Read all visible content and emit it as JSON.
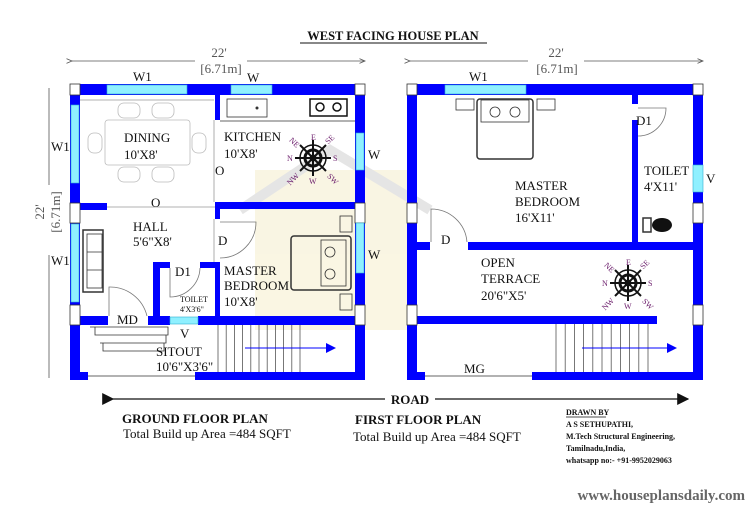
{
  "title": "WEST FACING HOUSE PLAN",
  "colors": {
    "wall": "#0000ff",
    "window": "#8ff0ff",
    "compass": "#6a1b6a",
    "watermark": "#f5edc8"
  },
  "ground_floor": {
    "width_dim": "22'",
    "width_dim_m": "[6.71m]",
    "height_dim": "22'",
    "height_dim_m": "[6.71m]",
    "labels": {
      "w1_top": "W1",
      "w_top": "W",
      "w1_left_top": "W1",
      "w1_left_bottom": "W1",
      "w_right_top": "W",
      "w_right_bottom": "W",
      "dining": "DINING",
      "dining_size": "10'X8'",
      "kitchen": "KITCHEN",
      "kitchen_size": "10'X8'",
      "o_kitchen": "O",
      "o_dining": "O",
      "hall": "HALL",
      "hall_size": "5'6\"X8'",
      "d": "D",
      "d1": "D1",
      "toilet": "TOILET",
      "toilet_size": "4'X3'6\"",
      "master": "MASTER",
      "bedroom": "BEDROOM",
      "bedroom_size": "10'X8'",
      "md": "MD",
      "v": "V",
      "sitout": "SITOUT",
      "sitout_size": "10'6\"X3'6\""
    },
    "plan_title": "GROUND FLOOR PLAN",
    "area": "Total Build up Area =484 SQFT"
  },
  "first_floor": {
    "width_dim": "22'",
    "width_dim_m": "[6.71m]",
    "labels": {
      "w1_top": "W1",
      "d1": "D1",
      "toilet": "TOILET",
      "toilet_size": "4'X11'",
      "v": "V",
      "master": "MASTER",
      "bedroom": "BEDROOM",
      "bedroom_size": "16'X11'",
      "d": "D",
      "open": "OPEN",
      "terrace": "TERRACE",
      "terrace_size": "20'6\"X5'",
      "mg": "MG"
    },
    "plan_title": "FIRST FLOOR PLAN",
    "area": "Total Build up Area =484 SQFT"
  },
  "compass": {
    "n": "N",
    "e": "E",
    "s": "S",
    "w": "W",
    "ne": "NE",
    "se": "SE",
    "nw": "NW",
    "sw": "SW"
  },
  "road": "ROAD",
  "credits": {
    "heading": "DRAWN BY",
    "name": "A S SETHUPATHI,",
    "degree": "M.Tech Structural Engineering,",
    "location": "Tamilnadu,India,",
    "contact": "whatsapp no:- +91-9952029063"
  },
  "website": "www.houseplansdaily.com"
}
